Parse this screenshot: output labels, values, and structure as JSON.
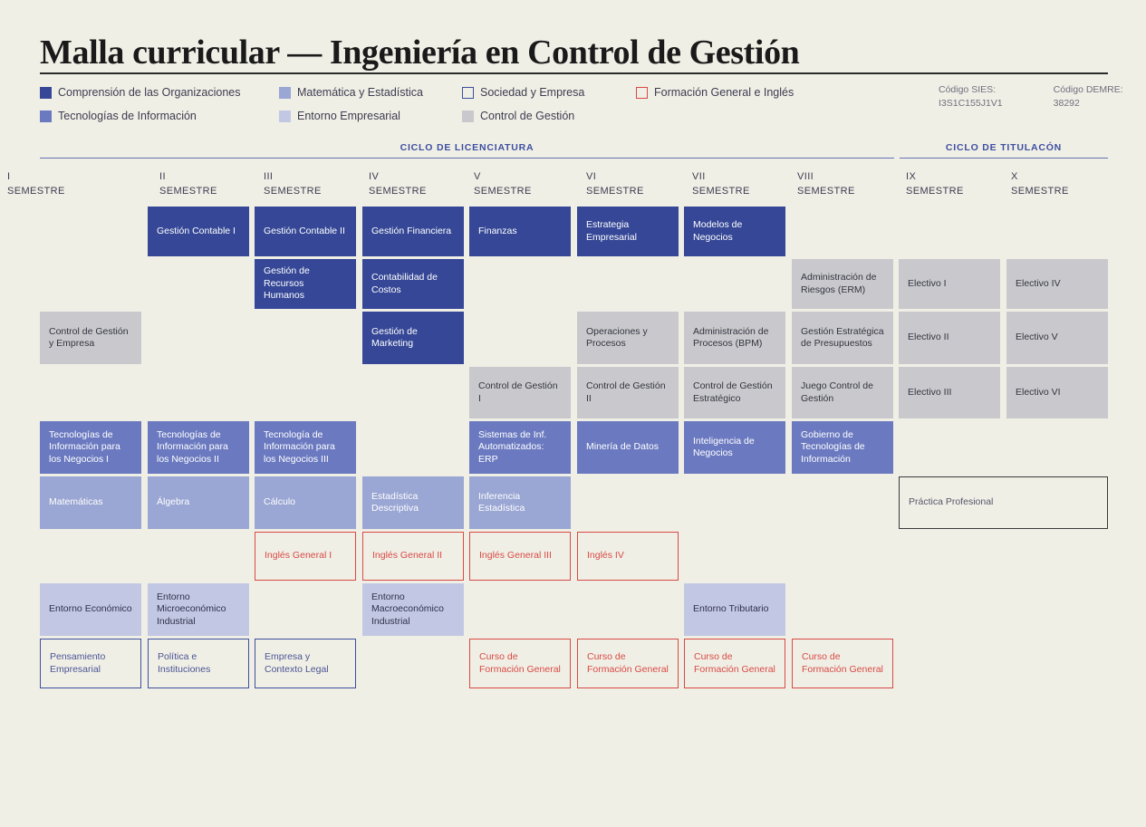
{
  "header": {
    "title": "Malla curricular — Ingeniería en Control de Gestión"
  },
  "legend": {
    "items": [
      {
        "label": "Comprensión de las Organizaciones",
        "color": "#354796",
        "style": "solid"
      },
      {
        "label": "Tecnologías de Información",
        "color": "#6b7ac0",
        "style": "solid"
      },
      {
        "label": "Matemática y Estadística",
        "color": "#9aa6d3",
        "style": "solid"
      },
      {
        "label": "Entorno Empresarial",
        "color": "#c2c8e4",
        "style": "solid"
      },
      {
        "label": "Sociedad y Empresa",
        "color": "#3d4fa0",
        "style": "outline"
      },
      {
        "label": "Control de Gestión",
        "color": "#c9c9cd",
        "style": "solid"
      },
      {
        "label": "Formación General e Inglés",
        "color": "#d84a44",
        "style": "outline"
      }
    ]
  },
  "codes": [
    {
      "label": "Código SIES:",
      "value": "I3S1C155J1V1"
    },
    {
      "label": "Código DEMRE:",
      "value": "38292"
    }
  ],
  "cycles": [
    {
      "label": "CICLO DE LICENCIATURA"
    },
    {
      "label": "CICLO DE TITULACÓN"
    }
  ],
  "semesters": [
    {
      "roman": "I",
      "word": "SEMESTRE"
    },
    {
      "roman": "II",
      "word": "SEMESTRE"
    },
    {
      "roman": "III",
      "word": "SEMESTRE"
    },
    {
      "roman": "IV",
      "word": "SEMESTRE"
    },
    {
      "roman": "V",
      "word": "SEMESTRE"
    },
    {
      "roman": "VI",
      "word": "SEMESTRE"
    },
    {
      "roman": "VII",
      "word": "SEMESTRE"
    },
    {
      "roman": "VIII",
      "word": "SEMESTRE"
    },
    {
      "roman": "IX",
      "word": "SEMESTRE"
    },
    {
      "roman": "X",
      "word": "SEMESTRE"
    }
  ],
  "courses": [
    {
      "name": "Gestión Contable I",
      "col": 2,
      "row": 1,
      "cat": "cat-org"
    },
    {
      "name": "Gestión Contable II",
      "col": 3,
      "row": 1,
      "cat": "cat-org"
    },
    {
      "name": "Gestión Financiera",
      "col": 4,
      "row": 1,
      "cat": "cat-org"
    },
    {
      "name": "Finanzas",
      "col": 5,
      "row": 1,
      "cat": "cat-org"
    },
    {
      "name": "Estrategia Empresarial",
      "col": 6,
      "row": 1,
      "cat": "cat-org"
    },
    {
      "name": "Modelos de Negocios",
      "col": 7,
      "row": 1,
      "cat": "cat-org"
    },
    {
      "name": "Gestión de Recursos Humanos",
      "col": 3,
      "row": 2,
      "cat": "cat-org"
    },
    {
      "name": "Contabilidad de Costos",
      "col": 4,
      "row": 2,
      "cat": "cat-org"
    },
    {
      "name": "Administración de Riesgos (ERM)",
      "col": 8,
      "row": 2,
      "cat": "cat-cg"
    },
    {
      "name": "Electivo I",
      "col": 9,
      "row": 2,
      "cat": "cat-cg"
    },
    {
      "name": "Electivo IV",
      "col": 10,
      "row": 2,
      "cat": "cat-cg"
    },
    {
      "name": "Control de Gestión y Empresa",
      "col": 1,
      "row": 3,
      "cat": "cat-cg"
    },
    {
      "name": "Gestión de Marketing",
      "col": 4,
      "row": 3,
      "cat": "cat-org"
    },
    {
      "name": "Operaciones y Procesos",
      "col": 6,
      "row": 3,
      "cat": "cat-cg"
    },
    {
      "name": "Administración de Procesos (BPM)",
      "col": 7,
      "row": 3,
      "cat": "cat-cg"
    },
    {
      "name": "Gestión Estratégica de Presupuestos",
      "col": 8,
      "row": 3,
      "cat": "cat-cg"
    },
    {
      "name": "Electivo II",
      "col": 9,
      "row": 3,
      "cat": "cat-cg"
    },
    {
      "name": "Electivo V",
      "col": 10,
      "row": 3,
      "cat": "cat-cg"
    },
    {
      "name": "Control de Gestión I",
      "col": 5,
      "row": 4,
      "cat": "cat-cg"
    },
    {
      "name": "Control de Gestión II",
      "col": 6,
      "row": 4,
      "cat": "cat-cg"
    },
    {
      "name": "Control de Gestión Estratégico",
      "col": 7,
      "row": 4,
      "cat": "cat-cg"
    },
    {
      "name": "Juego Control de Gestión",
      "col": 8,
      "row": 4,
      "cat": "cat-cg"
    },
    {
      "name": "Electivo III",
      "col": 9,
      "row": 4,
      "cat": "cat-cg"
    },
    {
      "name": "Electivo VI",
      "col": 10,
      "row": 4,
      "cat": "cat-cg"
    },
    {
      "name": "Tecnologías de Información para los Negocios I",
      "col": 1,
      "row": 5,
      "cat": "cat-ti"
    },
    {
      "name": "Tecnologías de Información para los Negocios II",
      "col": 2,
      "row": 5,
      "cat": "cat-ti"
    },
    {
      "name": "Tecnología de Información para los Negocios III",
      "col": 3,
      "row": 5,
      "cat": "cat-ti"
    },
    {
      "name": "Sistemas de Inf. Automatizados: ERP",
      "col": 5,
      "row": 5,
      "cat": "cat-ti"
    },
    {
      "name": "Minería de Datos",
      "col": 6,
      "row": 5,
      "cat": "cat-ti"
    },
    {
      "name": "Inteligencia de Negocios",
      "col": 7,
      "row": 5,
      "cat": "cat-ti"
    },
    {
      "name": "Gobierno de Tecnologías de Información",
      "col": 8,
      "row": 5,
      "cat": "cat-ti"
    },
    {
      "name": "Matemáticas",
      "col": 1,
      "row": 6,
      "cat": "cat-mat"
    },
    {
      "name": "Álgebra",
      "col": 2,
      "row": 6,
      "cat": "cat-mat"
    },
    {
      "name": "Cálculo",
      "col": 3,
      "row": 6,
      "cat": "cat-mat"
    },
    {
      "name": "Estadística Descriptiva",
      "col": 4,
      "row": 6,
      "cat": "cat-mat"
    },
    {
      "name": "Inferencia Estadística",
      "col": 5,
      "row": 6,
      "cat": "cat-mat"
    },
    {
      "name": "Inglés General I",
      "col": 3,
      "row": 7,
      "cat": "cat-fg"
    },
    {
      "name": "Inglés General II",
      "col": 4,
      "row": 7,
      "cat": "cat-fg"
    },
    {
      "name": "Inglés General III",
      "col": 5,
      "row": 7,
      "cat": "cat-fg"
    },
    {
      "name": "Inglés IV",
      "col": 6,
      "row": 7,
      "cat": "cat-fg"
    },
    {
      "name": "Entorno Económico",
      "col": 1,
      "row": 8,
      "cat": "cat-entorno"
    },
    {
      "name": "Entorno Microeconómico Industrial",
      "col": 2,
      "row": 8,
      "cat": "cat-entorno"
    },
    {
      "name": "Entorno Macroeconómico Industrial",
      "col": 4,
      "row": 8,
      "cat": "cat-entorno"
    },
    {
      "name": "Entorno Tributario",
      "col": 7,
      "row": 8,
      "cat": "cat-entorno"
    },
    {
      "name": "Pensamiento Empresarial",
      "col": 1,
      "row": 9,
      "cat": "cat-soc"
    },
    {
      "name": "Política e Instituciones",
      "col": 2,
      "row": 9,
      "cat": "cat-soc"
    },
    {
      "name": "Empresa y Contexto Legal",
      "col": 3,
      "row": 9,
      "cat": "cat-soc"
    },
    {
      "name": "Curso de Formación General",
      "col": 5,
      "row": 9,
      "cat": "cat-fg"
    },
    {
      "name": "Curso de Formación General",
      "col": 6,
      "row": 9,
      "cat": "cat-fg"
    },
    {
      "name": "Curso de Formación General",
      "col": 7,
      "row": 9,
      "cat": "cat-fg"
    },
    {
      "name": "Curso de Formación General",
      "col": 8,
      "row": 9,
      "cat": "cat-fg"
    }
  ],
  "practice": {
    "name": "Práctica Profesional",
    "col": 9,
    "row": 6,
    "span": 2,
    "cat": "cat-prac"
  }
}
